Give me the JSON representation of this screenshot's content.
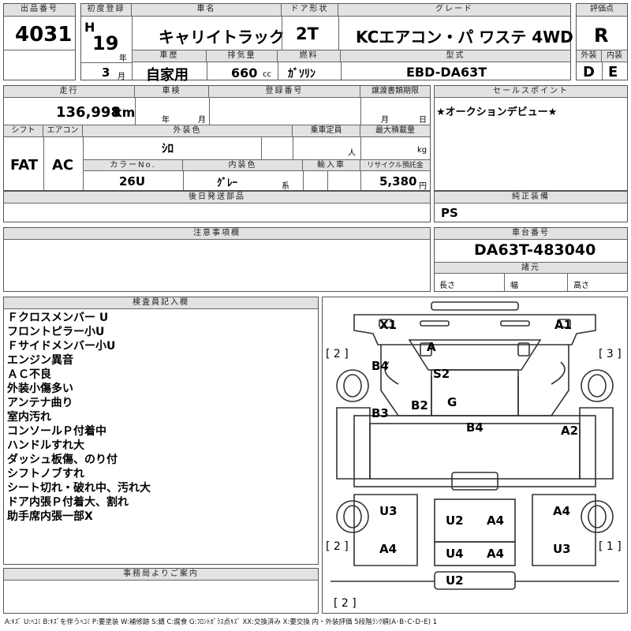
{
  "header": {
    "lot_label": "出品番号",
    "lot": "4031",
    "first_reg_label": "初度登録",
    "era": "H",
    "year": "19",
    "year_unit": "年",
    "month": "3",
    "month_unit": "月",
    "car_name_label": "車名",
    "car_name": "キャリイトラック",
    "door_label": "ドア形状",
    "door": "2T",
    "grade_label": "グレード",
    "grade": "KCエアコン・パ ワステ 4WD",
    "score_label": "評価点",
    "score": "R",
    "history_label": "車歴",
    "history": "自家用",
    "displacement_label": "排気量",
    "displacement": "660",
    "displacement_unit": "cc",
    "fuel_label": "燃料",
    "fuel": "ｶﾞｿﾘﾝ",
    "model_label": "型式",
    "model": "EBD-DA63T",
    "exterior_label": "外装",
    "exterior_grade": "D",
    "interior_label": "内装",
    "interior_grade": "E"
  },
  "row2": {
    "mileage_label": "走行",
    "mileage": "136,998",
    "mileage_unit": "km",
    "inspection_label": "車検",
    "inspection_year_unit": "年",
    "inspection_month_unit": "月",
    "reg_no_label": "登録番号",
    "transfer_label": "譲渡書類期限",
    "transfer_month_unit": "月",
    "transfer_day_unit": "日",
    "sales_point_label": "セールスポイント",
    "sales_point": "★オークションデビュー★",
    "shift_label": "シフト",
    "shift": "FAT",
    "ac_label": "エアコン",
    "ac": "AC",
    "ext_color_label": "外装色",
    "ext_color": "ｼﾛ",
    "capacity_label": "乗車定員",
    "capacity_unit": "人",
    "max_load_label": "最大積載量",
    "max_load_unit": "kg",
    "color_no_label": "カラーNo.",
    "color_no": "26U",
    "int_color_label": "内装色",
    "int_color": "ｸﾞﾚｰ",
    "int_color_unit": "系",
    "import_label": "輸入車",
    "recycle_label": "リサイクル預託金",
    "recycle": "5,380",
    "recycle_unit": "円"
  },
  "row3": {
    "later_parts_label": "後日発送部品",
    "genuine_label": "純正装備",
    "genuine": "PS"
  },
  "row4": {
    "caution_label": "注意事項欄",
    "chassis_label": "車台番号",
    "chassis": "DA63T-483040",
    "specs_label": "諸元",
    "length_label": "長さ",
    "width_label": "幅",
    "height_label": "高さ"
  },
  "inspector": {
    "label": "検査員記入欄",
    "notes": [
      "Ｆクロスメンバー U",
      "フロントピラー小U",
      "Ｆサイドメンバー小U",
      "エンジン異音",
      "ＡＣ不良",
      "外装小傷多い",
      "アンテナ曲り",
      "室内汚れ",
      "コンソールＰ付着中",
      "ハンドルすれ大",
      "ダッシュ板傷、のり付",
      "シフトノブすれ",
      "シート切れ・破れ中、汚れ大",
      "ドア内張Ｐ付着大、割れ",
      "助手席内張一部X"
    ]
  },
  "diagram": {
    "marks": {
      "x1": "X1",
      "a1": "A1",
      "a_top": "A",
      "b4_l": "B4",
      "s2": "S2",
      "b3": "B3",
      "b2": "B2",
      "g": "G",
      "b4_c": "B4",
      "a2": "A2",
      "u3_l": "U3",
      "u2_c": "U2",
      "a4_c": "A4",
      "a4_r": "A4",
      "a4_l": "A4",
      "u3_r": "U3",
      "u4": "U4",
      "a4_b": "A4",
      "u2_b": "U2"
    },
    "brackets": {
      "b2_tl": "[ 2 ]",
      "b3_tr": "[ 3 ]",
      "b2_bl": "[ 2 ]",
      "b1_br": "[ 1 ]",
      "b2_bottom": "[ 2 ]"
    }
  },
  "office": {
    "label": "事務局よりご案内"
  },
  "legend": "A:ｷｽﾞ U:ﾍｺﾐ B:ｷｽﾞを伴うﾍｺﾐ P:要塗装 W:補修跡 S:錆 C:腐食 G:ﾌﾛﾝﾄｶﾞﾗｽ点ｷｽﾞ XX:交換済み X:要交換 内・外装評価 5段階ﾗﾝｸ順(A･B･C･D･E) 1"
}
